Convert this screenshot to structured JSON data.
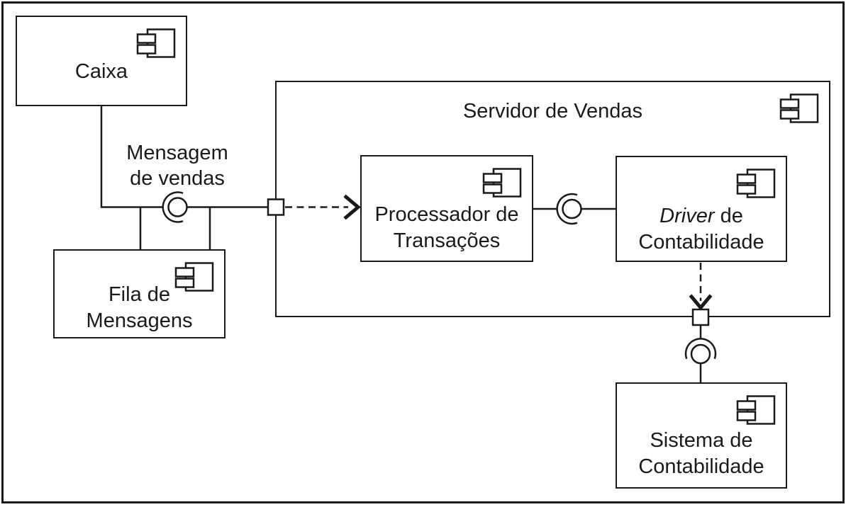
{
  "diagram": {
    "kind": "uml-component-diagram",
    "colors": {
      "line": "#1a1a1a",
      "background": "#ffffff"
    },
    "nodes": {
      "caixa": {
        "label": "Caixa",
        "icon": "uml-component-icon"
      },
      "fila": {
        "lines": [
          "Fila de",
          "Mensagens"
        ],
        "icon": "uml-component-icon"
      },
      "servidor": {
        "label": "Servidor de Vendas",
        "icon": "uml-component-icon"
      },
      "processador": {
        "lines": [
          "Processador de",
          "Transações"
        ],
        "icon": "uml-component-icon"
      },
      "driver": {
        "line1_italic": "Driver",
        "line1_rest": "de",
        "line2": "Contabilidade",
        "icon": "uml-component-icon"
      },
      "sistema": {
        "lines": [
          "Sistema de",
          "Contabilidade"
        ],
        "icon": "uml-component-icon"
      }
    },
    "labels": {
      "mensagem": {
        "lines": [
          "Mensagem",
          "de vendas"
        ]
      }
    },
    "connectors": [
      {
        "from": "caixa",
        "to": "mensagem-interface",
        "type": "solid-line"
      },
      {
        "from": "fila",
        "to": "mensagem-interface",
        "type": "two-solid-lines"
      },
      {
        "at": "mensagem-interface",
        "type": "ball-and-socket",
        "label": "Mensagem de vendas"
      },
      {
        "from": "mensagem-interface",
        "to": "servidor-port-left",
        "type": "solid-line"
      },
      {
        "from": "servidor-port-left",
        "to": "processador",
        "type": "dashed-dependency-arrow"
      },
      {
        "from": "processador",
        "to": "driver",
        "type": "ball-and-socket"
      },
      {
        "from": "driver",
        "to": "servidor-port-bottom",
        "type": "dashed-dependency-arrow"
      },
      {
        "from": "servidor-port-bottom",
        "to": "sistema",
        "type": "ball-and-socket"
      }
    ]
  }
}
